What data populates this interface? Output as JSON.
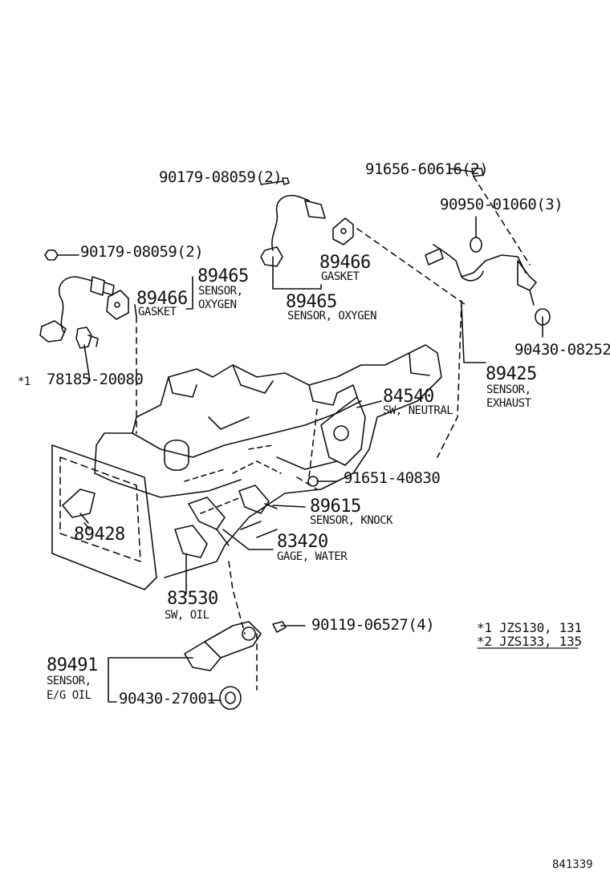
{
  "parts": {
    "p1_num": "90179-08059(2)",
    "p2_num": "91656-60616(2)",
    "p3_num": "90950-01060(3)",
    "p4_num": "90179-08059(2)",
    "p5_num": "89465",
    "p5_name1": "SENSOR,",
    "p5_name2": "OXYGEN",
    "p6_num": "89466",
    "p6_name": "GASKET",
    "p7_num": "89466",
    "p7_name": "GASKET",
    "p8_num": "89465",
    "p8_name": "SENSOR, OXYGEN",
    "p9_num": "90430-08252",
    "p10_num": "89425",
    "p10_name1": "SENSOR,",
    "p10_name2": "EXHAUST",
    "p11_marker": "*1",
    "p11_num": "78185-20080",
    "p12_num": "84540",
    "p12_name": "SW, NEUTRAL",
    "p13_num": "91651-40830",
    "p14_num": "89615",
    "p14_name": "SENSOR, KNOCK",
    "p15_num": "89428",
    "p16_num": "83420",
    "p16_name": "GAGE, WATER",
    "p17_num": "83530",
    "p17_name": "SW, OIL",
    "p18_num": "90119-06527(4)",
    "p19_num": "89491",
    "p19_name1": "SENSOR,",
    "p19_name2": "E/G OIL",
    "p20_num": "90430-27001"
  },
  "notes": {
    "n1": "*1  JZS130, 131",
    "n2": "*2  JZS133, 135"
  },
  "ref": "841339"
}
